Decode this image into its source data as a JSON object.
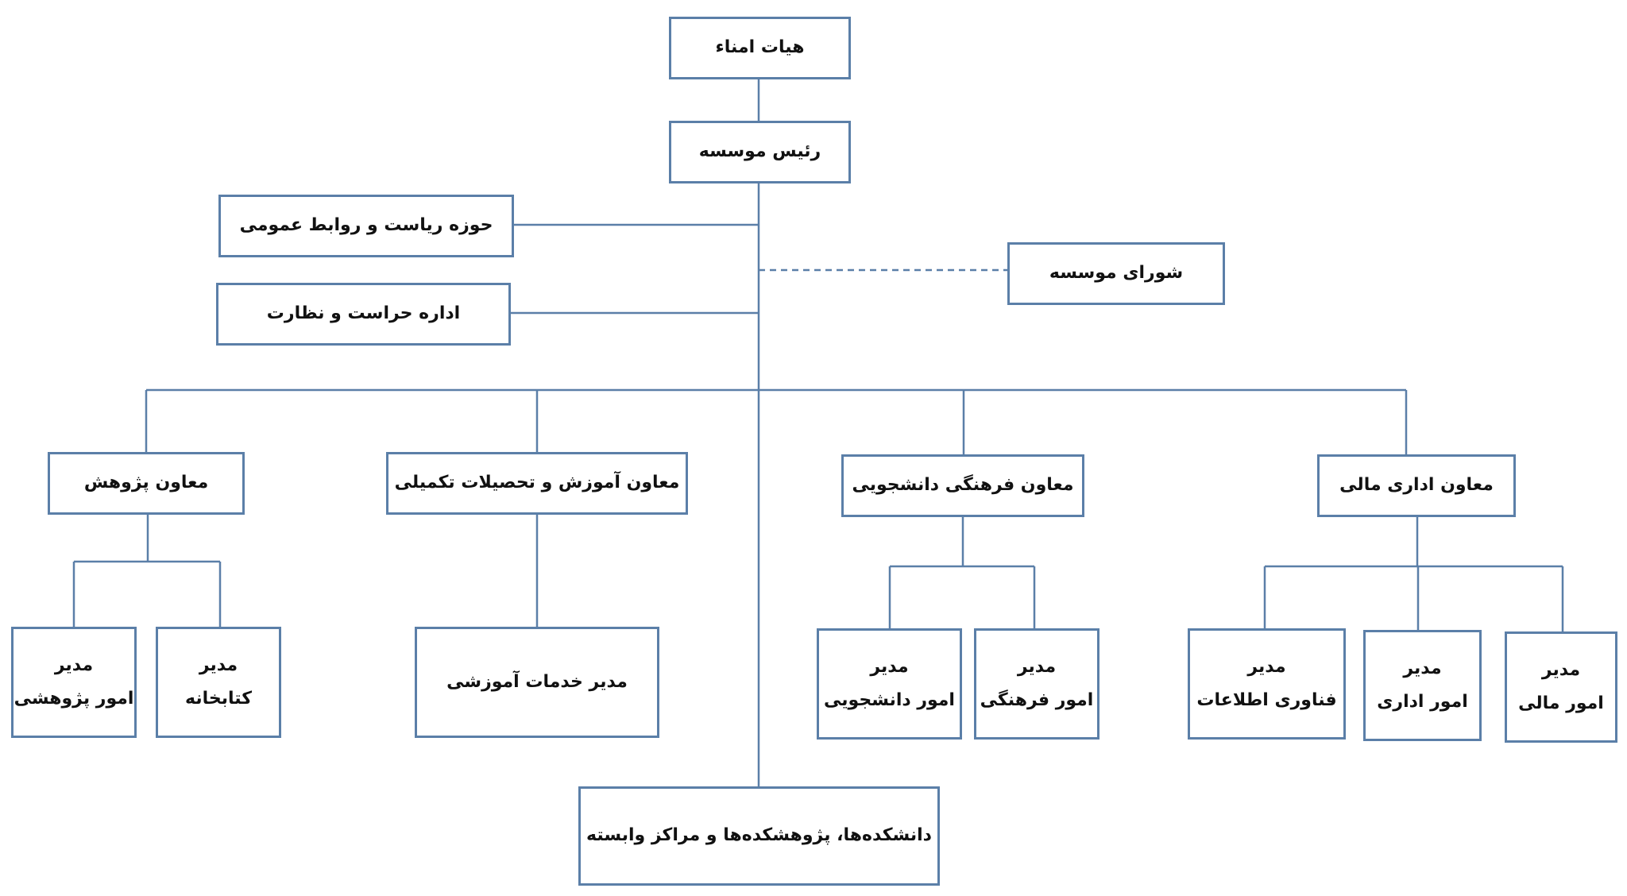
{
  "colors": {
    "border": "#5b7fa8",
    "line": "#5b7fa8",
    "text": "#111111",
    "background": "#ffffff"
  },
  "nodes": {
    "board_of_trustees": "هیات امناء",
    "president": "رئیس موسسه",
    "presidency_public_relations": "حوزه ریاست و روابط عمومی",
    "security_office": "اداره حراست و نظارت",
    "institute_council": "شورای موسسه",
    "vp_research": "معاون پژوهش",
    "vp_education": "معاون آموزش و تحصیلات تکمیلی",
    "vp_cultural": "معاون فرهنگی دانشجویی",
    "vp_admin_finance": "معاون اداری مالی",
    "mgr_research_affairs": {
      "title": "مدیر",
      "unit": "امور پژوهشی"
    },
    "mgr_library": {
      "title": "مدیر",
      "unit": "کتابخانه"
    },
    "mgr_educational_services": "مدیر خدمات آموزشی",
    "mgr_student_affairs": {
      "title": "مدیر",
      "unit": "امور دانشجویی"
    },
    "mgr_cultural_affairs": {
      "title": "مدیر",
      "unit": "امور فرهنگی"
    },
    "mgr_it": {
      "title": "مدیر",
      "unit": "فناوری اطلاعات"
    },
    "mgr_admin_affairs": {
      "title": "مدیر",
      "unit": "امور اداری"
    },
    "mgr_financial_affairs": {
      "title": "مدیر",
      "unit": "امور مالی"
    },
    "faculties_centers": "دانشکده‌ها، پژوهشکده‌ها و مراکز وابسته"
  }
}
